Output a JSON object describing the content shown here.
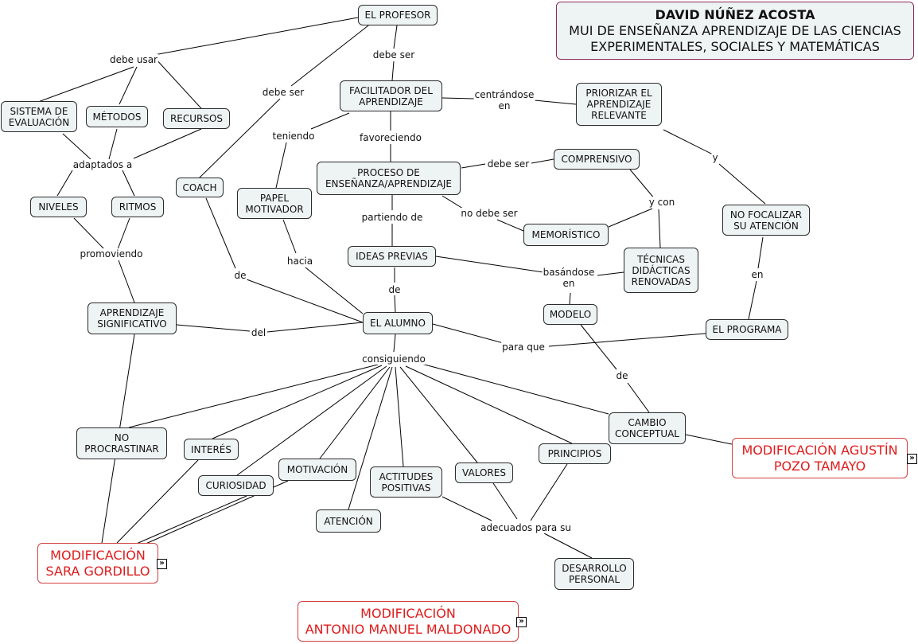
{
  "title": {
    "author": "DAVID NÚÑEZ ACOSTA",
    "subtitle": "MUI DE ENSEÑANZA APRENDIZAJE DE LAS CIENCIAS\nEXPERIMENTALES, SOCIALES Y MATEMÁTICAS"
  },
  "concepts": {
    "profesor": "EL PROFESOR",
    "facilitador": "FACILITADOR DEL\nAPRENDIZAJE",
    "priorizar": "PRIORIZAR EL\nAPRENDIZAJE\nRELEVANTE",
    "sistema": "SISTEMA DE\nEVALUACIÓN",
    "metodos": "MÉTODOS",
    "recursos": "RECURSOS",
    "coach": "COACH",
    "papel": "PAPEL\nMOTIVADOR",
    "proceso": "PROCESO DE\nENSEÑANZA/APRENDIZAJE",
    "comprensivo": "COMPRENSIVO",
    "niveles": "NIVELES",
    "ritmos": "RITMOS",
    "no_focalizar": "NO FOCALIZAR\nSU ATENCIÓN",
    "memoristico": "MEMORÍSTICO",
    "ideas": "IDEAS PREVIAS",
    "tecnicas": "TÉCNICAS\nDIDÁCTICAS\nRENOVADAS",
    "aprendizaje": "APRENDIZAJE\nSIGNIFICATIVO",
    "modelo": "MODELO",
    "alumno": "EL ALUMNO",
    "programa": "EL PROGRAMA",
    "cambio": "CAMBIO\nCONCEPTUAL",
    "no_procrastinar": "NO\nPROCRASTINAR",
    "interes": "INTERÉS",
    "principios": "PRINCIPIOS",
    "motivacion": "MOTIVACIÓN",
    "valores": "VALORES",
    "actitudes": "ACTITUDES\nPOSITIVAS",
    "curiosidad": "CURIOSIDAD",
    "atencion": "ATENCIÓN",
    "desarrollo": "DESARROLLO\nPERSONAL",
    "mod_agustin": "MODIFICACIÓN AGUSTÍN\nPOZO TAMAYO",
    "mod_sara": "MODIFICACIÓN\nSARA GORDILLO",
    "mod_antonio": "MODIFICACIÓN\nANTONIO MANUEL MALDONADO"
  },
  "link_labels": {
    "debe_usar": "debe usar",
    "debe_ser_1": "debe ser",
    "debe_ser_2": "debe ser",
    "centrandose": "centrándose\nen",
    "teniendo": "teniendo",
    "favoreciendo": "favoreciendo",
    "adaptados": "adaptados a",
    "debe_ser_3": "debe ser",
    "y": "y",
    "y_con": "y con",
    "partiendo": "partiendo de",
    "no_debe_ser": "no debe ser",
    "promoviendo": "promoviendo",
    "hacia": "hacia",
    "basandose": "basándose\nen",
    "en": "en",
    "de_1": "de",
    "de_2": "de",
    "del": "del",
    "para_que": "para que",
    "consiguiendo": "consiguiendo",
    "de_3": "de",
    "adecuados": "adecuados para su"
  },
  "expand_glyph": "»",
  "colors": {
    "node_fill": "#eef3f4",
    "node_border": "#2b2b2b",
    "line": "#000000",
    "red_text": "#e01b1b",
    "title_border": "#8a2c5a"
  }
}
